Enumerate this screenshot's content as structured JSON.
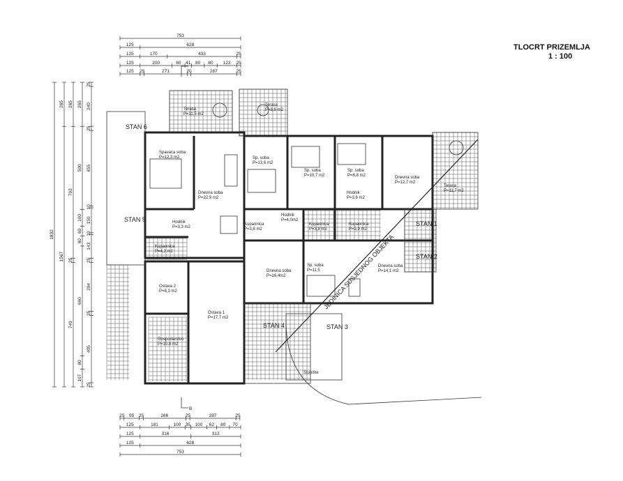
{
  "title": "TLOCRT PRIZEMLJA",
  "scale": "1 : 100",
  "diagonal_label": "JEDINICA SUSJEDNOG OBJEKTA",
  "stan": {
    "s1": "STAN 1",
    "s2": "STAN 2",
    "s3": "STAN 3",
    "s4": "STAN 4",
    "s5": "STAN 5",
    "s6": "STAN 6"
  },
  "rooms": [
    {
      "name": "Terasa",
      "area": "P=11,5 m2"
    },
    {
      "name": "Terasa",
      "area": "P=8,8 m2"
    },
    {
      "name": "Spavaća soba",
      "area": "P=12,3 m2"
    },
    {
      "name": "Dnevna soba",
      "area": "P=22,9 m2"
    },
    {
      "name": "Hodnik",
      "area": "P=3,3 m2"
    },
    {
      "name": "Kupaonica",
      "area": "P=4,2 m2"
    },
    {
      "name": "Sp. soba",
      "area": "P=13,6 m2"
    },
    {
      "name": "Hodnik",
      "area": "P=4,0m2"
    },
    {
      "name": "Kupaonica",
      "area": "P=3,8 m2"
    },
    {
      "name": "Sp. soba",
      "area": "P=10,7 m2"
    },
    {
      "name": "Sp. soba",
      "area": "P=8,8 m2"
    },
    {
      "name": "Hodnik",
      "area": "P=3,6 m2"
    },
    {
      "name": "Dnevna soba",
      "area": "P=12,7 m2"
    },
    {
      "name": "Terasa",
      "area": "P=11,7 m2"
    },
    {
      "name": "Kupaonica",
      "area": "P=3,8 m2"
    },
    {
      "name": "Kupaonica",
      "area": "P=3,9 m2"
    },
    {
      "name": "Dnevna soba",
      "area": "P=16,4m2"
    },
    {
      "name": "Sp. soba",
      "area": "P=11,5"
    },
    {
      "name": "Dnevna soba",
      "area": "P=14,1 m2"
    },
    {
      "name": "Ostava 2",
      "area": "P=8,3 m2"
    },
    {
      "name": "Ostava 1",
      "area": "P=17,7 m2"
    },
    {
      "name": "Gospodarstvo",
      "area": "P=10,8 m2"
    },
    {
      "name": "Stubište",
      "area": ""
    }
  ],
  "dimensions": {
    "top": [
      [
        753
      ],
      [
        125,
        628
      ],
      [
        125,
        170,
        433,
        25
      ],
      [
        125,
        200,
        80,
        41,
        80,
        80,
        122,
        25
      ],
      [
        125,
        25,
        271,
        20,
        287,
        25
      ]
    ],
    "bottom": [
      [
        25,
        95,
        25,
        266,
        25,
        287,
        25
      ],
      [
        125,
        181,
        100,
        35,
        100,
        62,
        80,
        70
      ],
      [
        125,
        316,
        312
      ],
      [
        125,
        628
      ],
      [
        753
      ]
    ],
    "left": [
      [
        1832
      ],
      [
        265,
        1567
      ],
      [
        265,
        793,
        25,
        749
      ],
      [
        265,
        500,
        100,
        60,
        60,
        660,
        80,
        107
      ],
      [
        25,
        240,
        25,
        455,
        10,
        150,
        10,
        143,
        25,
        294,
        25,
        405,
        25
      ]
    ]
  },
  "section_marker": "B"
}
